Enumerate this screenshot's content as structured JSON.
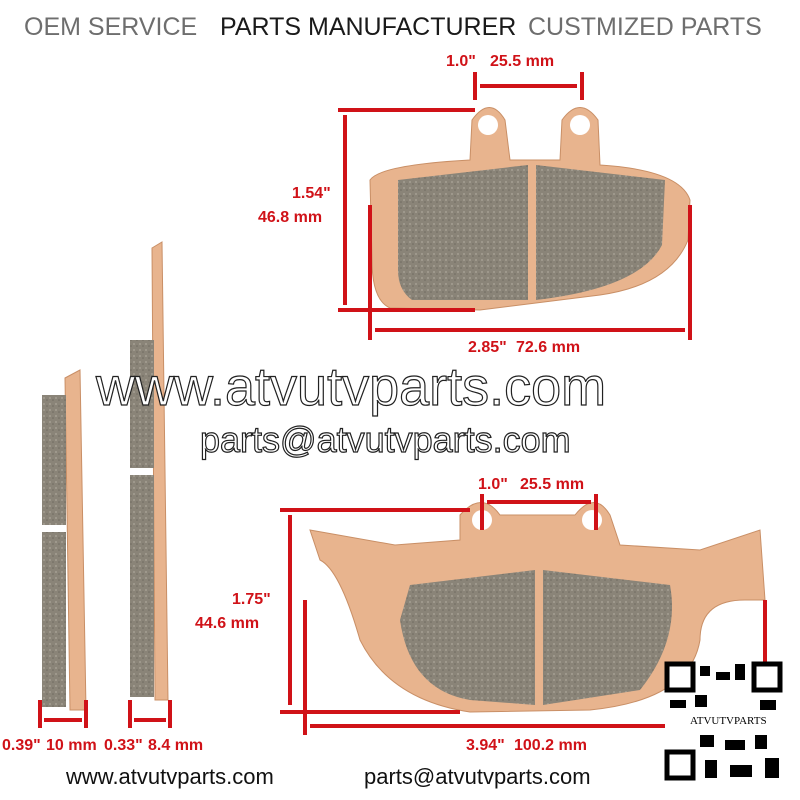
{
  "header": {
    "oem_service": "OEM SERVICE",
    "parts_manufacturer": "PARTS MANUFACTURER",
    "customized_parts": "CUSTMIZED PARTS"
  },
  "top_pad": {
    "hole_spacing_in": "1.0\"",
    "hole_spacing_mm": "25.5 mm",
    "height_in": "1.54\"",
    "height_mm": "46.8 mm",
    "width_in": "2.85\"",
    "width_mm": "72.6 mm"
  },
  "bottom_pad": {
    "hole_spacing_in": "1.0\"",
    "hole_spacing_mm": "25.5 mm",
    "height_in": "1.75\"",
    "height_mm": "44.6 mm",
    "width_in": "3.94\"",
    "width_mm": "100.2 mm"
  },
  "side_pads": {
    "thick_in": "0.39\"",
    "thick_mm": "10 mm",
    "thin_in": "0.33\"",
    "thin_mm": "8.4 mm"
  },
  "watermark": {
    "website": "www.atvutvparts.com",
    "email": "parts@atvutvparts.com"
  },
  "footer": {
    "website": "www.atvutvparts.com",
    "email": "parts@atvutvparts.com"
  },
  "qr_label": "ATVUTVPARTS",
  "colors": {
    "dimension": "#d01218",
    "backing_plate": "#e8b48e",
    "friction": "#8a8478"
  }
}
